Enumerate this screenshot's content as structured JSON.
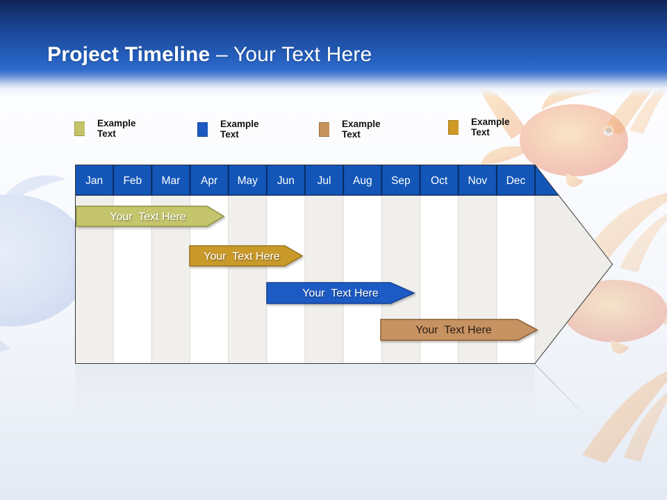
{
  "slide": {
    "title_bold": "Project Timeline",
    "title_light": " – Your Text Here"
  },
  "legend": {
    "items": [
      {
        "label": "Example Text",
        "color": "#c5c46a",
        "border": "#9e9d48"
      },
      {
        "label": "Example Text",
        "color": "#1d59c0",
        "border": "#13449c"
      },
      {
        "label": "Example Text",
        "color": "#c7935d",
        "border": "#9c6f3a"
      },
      {
        "label": "Example Text",
        "color": "#cf9b26",
        "border": "#a87a19"
      }
    ]
  },
  "timeline": {
    "months": [
      "Jan",
      "Feb",
      "Mar",
      "Apr",
      "May",
      "Jun",
      "Jul",
      "Aug",
      "Sep",
      "Oct",
      "Nov",
      "Dec"
    ],
    "header_color": "#1356b8",
    "header_separator_color": "#0a2a5e",
    "month_text_color": "#ffffff",
    "arrow_fill": "#efede9",
    "body_fill": "#ffffff",
    "stripe_color": "#f1efec",
    "body_separator_color": "#dcdad6",
    "outline_color": "#333333",
    "bars": [
      {
        "label": "Your  Text Here",
        "fill": "#c4c56c",
        "stroke": "#8e8f45",
        "text_color": "#ffffff"
      },
      {
        "label": "Your  Text Here",
        "fill": "#c9992b",
        "stroke": "#96731c",
        "text_color": "#ffffff"
      },
      {
        "label": "Your  Text Here",
        "fill": "#1e5ac4",
        "stroke": "#153f91",
        "text_color": "#ffffff"
      },
      {
        "label": "Your  Text Here",
        "fill": "#c79364",
        "stroke": "#8a5d33",
        "text_color": "#2a1c10"
      }
    ]
  },
  "background": {
    "decorations": [
      "blue-goldfish-left",
      "goldfish-top-right",
      "fins-top-right-corner",
      "fins-mid-right",
      "goldfish-behind-arrow",
      "fins-bottom-right"
    ]
  }
}
